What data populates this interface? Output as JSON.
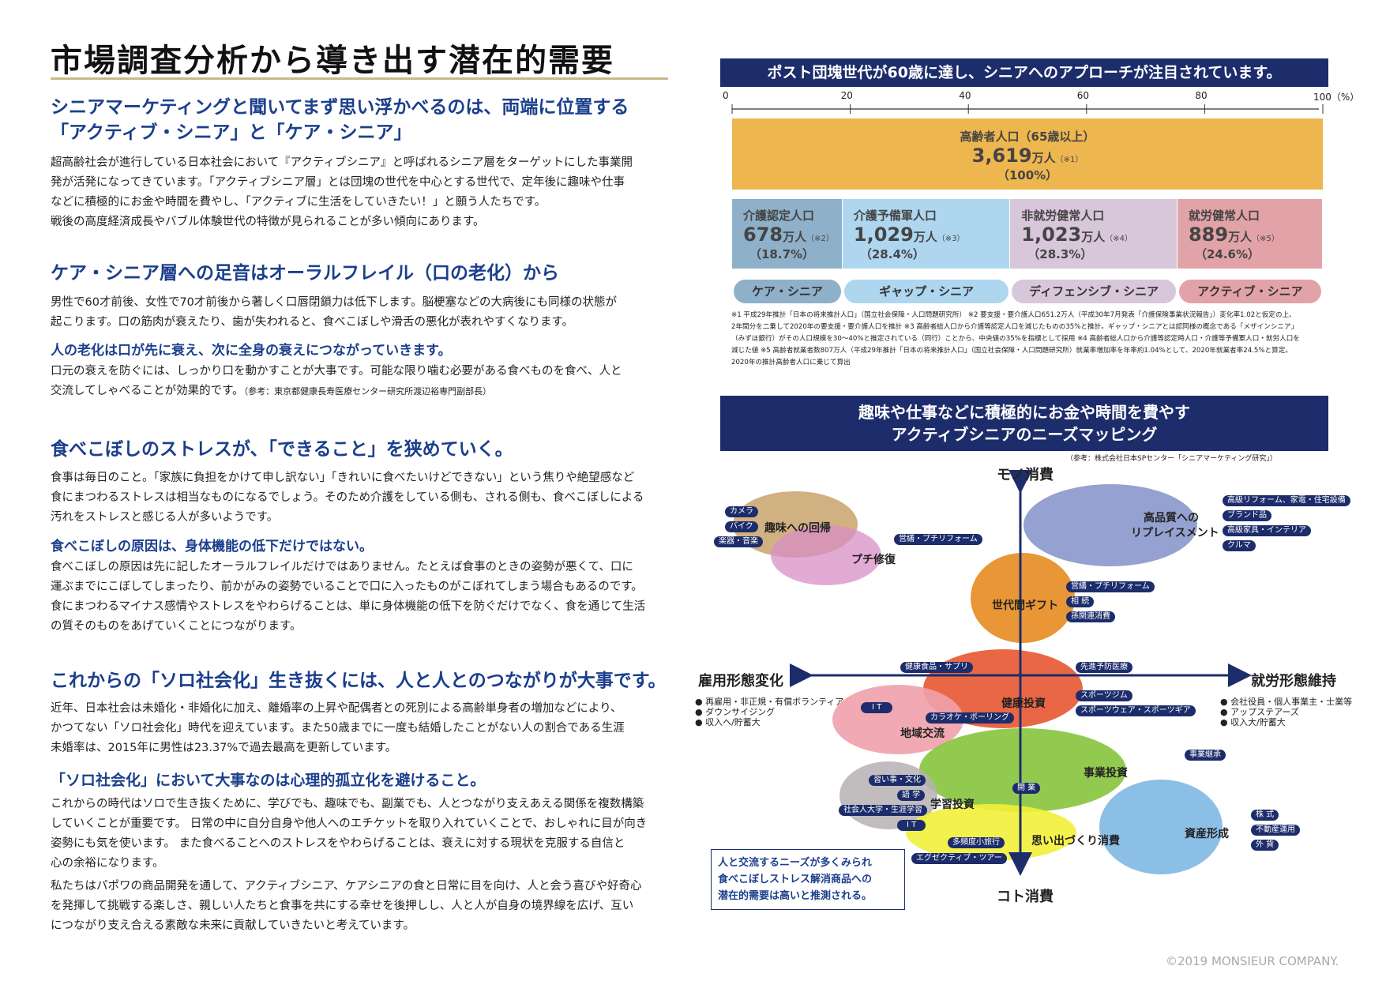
{
  "title": "市場調査分析から導き出す潜在的需要",
  "sections": {
    "s1": {
      "heading1": "シニアマーケティングと聞いてまず思い浮かべるのは、両端に位置する",
      "heading2": "「アクティブ・シニア」と「ケア・シニア」",
      "body": [
        "超高齢社会が進行している日本社会において『アクティブシニア』と呼ばれるシニア層をターゲットにした事業開",
        "発が活発になってきています。「アクティブシニア層」とは団塊の世代を中心とする世代で、定年後に趣味や仕事",
        "などに積極的にお金や時間を費やし、「アクティブに生活をしていきたい！」と願う人たちです。",
        "戦後の高度経済成長やバブル体験世代の特徴が見られることが多い傾向にあります。"
      ]
    },
    "s2": {
      "heading": "ケア・シニア層への足音はオーラルフレイル（口の老化）から",
      "body": [
        "男性で60才前後、女性で70才前後から著しく口唇閉鎖力は低下します。脳梗塞などの大病後にも同様の状態が",
        "起こります。口の筋肉が衰えたり、歯が失われると、食べこぼしや滑舌の悪化が表れやすくなります。"
      ],
      "sub": "人の老化は口が先に衰え、次に全身の衰えにつながっていきます。",
      "body2": [
        "口元の衰えを防ぐには、しっかり口を動かすことが大事です。可能な限り噛む必要がある食べものを食べ、人と",
        "交流してしゃべることが効果的です。"
      ],
      "ref": "（参考：東京都健康長寿医療センター研究所渡辺裕専門副部長）"
    },
    "s3": {
      "heading": "食べこぼしのストレスが、「できること」を狭めていく。",
      "body": [
        "食事は毎日のこと。「家族に負担をかけて申し訳ない」「きれいに食べたいけどできない」という焦りや絶望感など",
        "食にまつわるストレスは相当なものになるでしょう。そのため介護をしている側も、される側も、食べこぼしによる",
        "汚れをストレスと感じる人が多いようです。"
      ],
      "sub": "食べこぼしの原因は、身体機能の低下だけではない。",
      "body2": [
        "食べこぼしの原因は先に記したオーラルフレイルだけではありません。たとえば食事のときの姿勢が悪くて、口に",
        "運ぶまでにこぼしてしまったり、前かがみの姿勢でいることで口に入ったものがこぼれてしまう場合もあるのです。",
        "食にまつわるマイナス感情やストレスをやわらげることは、単に身体機能の低下を防ぐだけでなく、食を通じて生活",
        "の質そのものをあげていくことにつながります。"
      ]
    },
    "s4": {
      "heading": "これからの「ソロ社会化」生き抜くには、人と人とのつながりが大事です。",
      "body": [
        "近年、日本社会は未婚化・非婚化に加え、離婚率の上昇や配偶者との死別による高齢単身者の増加などにより、",
        "かつてない「ソロ社会化」時代を迎えています。また50歳までに一度も結婚したことがない人の割合である生涯",
        "未婚率は、2015年に男性は23.37%で過去最高を更新しています。"
      ],
      "sub": "「ソロ社会化」において大事なのは心理的孤立化を避けること。",
      "body2": [
        "これからの時代はソロで生き抜くために、学びでも、趣味でも、副業でも、人とつながり支えあえる関係を複数構築",
        "していくことが重要です。 日常の中に自分自身や他人へのエチケットを取り入れていくことで、おしゃれに目が向き",
        "姿勢にも気を使います。 また食べることへのストレスをやわらげることは、衰えに対する現状を克服する自信と",
        "心の余裕になります。"
      ],
      "body3": [
        "私たちはパポワの商品開発を通して、アクティブシニア、ケアシニアの食と日常に目を向け、人と会う喜びや好奇心",
        "を発揮して挑戦する楽しさ、親しい人たちと食事を共にする幸せを後押しし、人と人が自身の境界線を広げ、互い",
        "につながり支え合える素敵な未来に貢献していきたいと考えています。"
      ]
    }
  },
  "chart_data": {
    "type": "bar",
    "title": "ポスト団塊世代が60歳に達し、シニアへのアプローチが注目されています。",
    "axis": {
      "ticks": [
        "0",
        "20",
        "40",
        "60",
        "80",
        "100（%）"
      ],
      "range": [
        0,
        100
      ]
    },
    "total": {
      "label": "高齢者人口（65歳以上）",
      "value": "3,619",
      "unit": "万人",
      "note": "（※1）",
      "pct_label": "（100%）",
      "pct": 100,
      "color": "#eeb64f"
    },
    "segments": [
      {
        "label": "介護認定人口",
        "value": "678",
        "unit": "万人",
        "note": "（※2）",
        "pct_label": "（18.7%）",
        "pct": 18.7,
        "color": "#8eb0c9",
        "pill": "ケア・シニア",
        "pill_color": "#8eb0c9"
      },
      {
        "label": "介護予備軍人口",
        "value": "1,029",
        "unit": "万人",
        "note": "（※3）",
        "pct_label": "（28.4%）",
        "pct": 28.4,
        "color": "#aed6ef",
        "pill": "ギャップ・シニア",
        "pill_color": "#aed6ef"
      },
      {
        "label": "非就労健常人口",
        "value": "1,023",
        "unit": "万人",
        "note": "（※4）",
        "pct_label": "（28.3%）",
        "pct": 28.3,
        "color": "#d8c6da",
        "pill": "ディフェンシブ・シニア",
        "pill_color": "#d8c6da"
      },
      {
        "label": "就労健常人口",
        "value": "889",
        "unit": "万人",
        "note": "（※5）",
        "pct_label": "（24.6%）",
        "pct": 24.6,
        "color": "#e2a3a8",
        "pill": "アクティブ・シニア",
        "pill_color": "#e2a3a8"
      }
    ],
    "footnotes": [
      "※1 平成29年推計「日本の将来推計人口」（国立社会保障・人口問題研究所） ※2 要支援・要介護人口651.2万人（平成30年7月発表「介護保険事業状況報告」）変化率1.02と仮定の上、",
      "2年間分を二乗して2020年の要支援・要介護人口を推計 ※3 高齢者総人口から介護等認定人口を減じたものの35%と推計。ギャップ・シニアとは認同様の概念である「メザインシニア」",
      "（みずほ銀行）がその人口規模を30～40%と推定されている（同行）ことから、中央値の35%を指標として採用 ※4 高齢者総人口から介護等認定時人口・介護等予備軍人口・就労人口を",
      "減じた値 ※5 高齢者就業者数807万人（平成29年推計「日本の将来推計人口」（国立社会保障・人口問題研究所）就業率増加率を年率約1.04%として、2020年就業者率24.5%と算定。",
      "2020年の推計高齢者人口に乗じて算出"
    ]
  },
  "map": {
    "title1": "趣味や仕事などに積極的にお金や時間を費やす",
    "title2": "アクティブシニアのニーズマッピング",
    "ref": "（参考：株式会社日本SPセンター「シニアマーケティング研究」）",
    "axes": {
      "top": "モノ消費",
      "bottom": "コト消費",
      "left": "雇用形態変化",
      "right": "就労形態維持"
    },
    "left_notes": [
      "● 再雇用・非正規・有償ボランティア",
      "● ダウンサイジング",
      "● 収入へ/貯蓄大"
    ],
    "right_notes": [
      "● 会社役員・個人事業主・士業等",
      "● アップステアーズ",
      "● 収入大/貯蓄大"
    ],
    "bubbles": {
      "hobby": "趣味への回帰",
      "petit": "プチ修復",
      "replace1": "高品質への",
      "replace2": "リプレイスメント",
      "gift": "世代間ギフト",
      "health": "健康投資",
      "local": "地域交流",
      "business": "事業投資",
      "learning": "学習投資",
      "memory": "思い出づくり消費",
      "asset": "資産形成"
    },
    "tags": {
      "camera": "カメラ",
      "bike": "バイク",
      "music": "楽器・音楽",
      "repair1": "営繕・プチリフォーム",
      "reform": "高級リフォーム、家電・住宅設備",
      "brand": "ブランド品",
      "furniture": "高級家具・インテリア",
      "car": "クルマ",
      "repair2": "営繕・プチリフォーム",
      "inherit": "相 続",
      "grandchild": "孫関連消費",
      "food": "健康食品・サプリ",
      "prevent": "先進予防医療",
      "it1": "I T",
      "sports": "スポーツジム",
      "sportswear": "スポーツウェア・スポーツギア",
      "karaoke": "カラオケ・ボーリング",
      "succession": "事業継承",
      "startup": "開 業",
      "lesson": "習い事・文化",
      "language": "語 学",
      "adult": "社会人大学・生涯学習",
      "it2": "I T",
      "stock": "株 式",
      "realestate": "不動産運用",
      "fx": "外 貨",
      "travel": "多頻度小旅行",
      "exec": "エグゼクティブ・ツアー"
    },
    "callout": [
      "人と交流するニーズが多くみられ",
      "食べこぼしストレス解消商品への",
      "潜在的需要は高いと推測される。"
    ]
  },
  "copyright": "©2019 MONSIEUR COMPANY."
}
